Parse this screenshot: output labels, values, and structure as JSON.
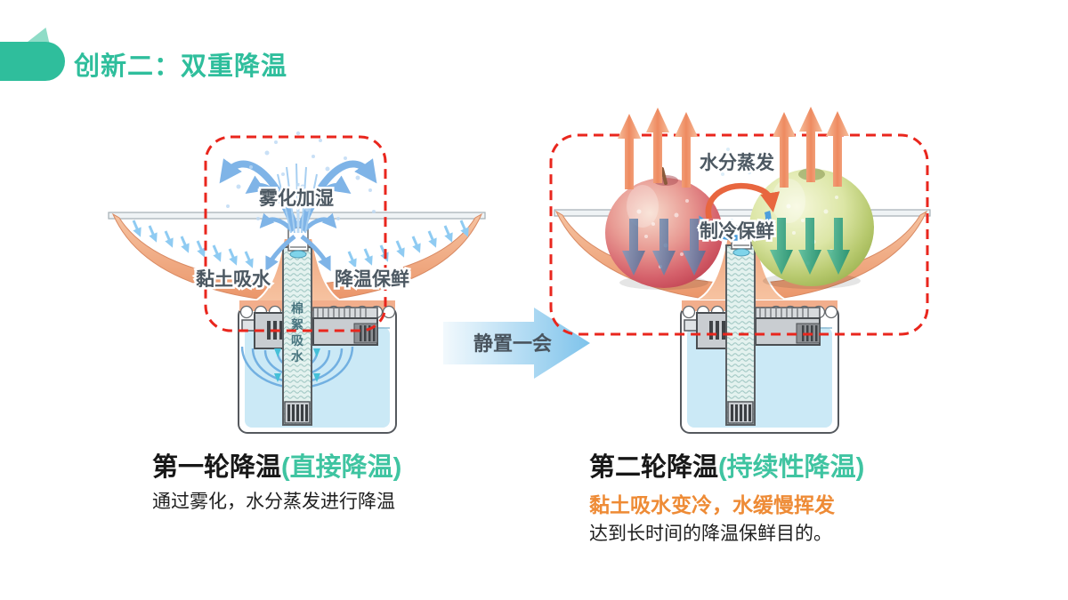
{
  "header": {
    "title": "创新二：双重降温"
  },
  "left_diagram": {
    "label_mist": "雾化加湿",
    "label_clay": "黏土吸水",
    "label_cool": "降温保鲜",
    "wick_chars": [
      "棉",
      "絮",
      "吸",
      "水"
    ]
  },
  "transition_arrow": {
    "label": "静置一会"
  },
  "right_diagram": {
    "label_evaporation": "水分蒸发",
    "label_refrigeration": "制冷保鲜"
  },
  "captions": {
    "left": {
      "title": "第一轮降温",
      "title_note": "(直接降温)",
      "description": "通过雾化，水分蒸发进行降温"
    },
    "right": {
      "title": "第二轮降温",
      "title_note": "(持续性降温)",
      "highlight": "黏土吸水变冷，水缓慢挥发",
      "description": "达到长时间的降温保鲜目的。"
    }
  },
  "colors": {
    "accent_teal": "#2FBE9C",
    "accent_orange": "#EE8B36",
    "dashed_border_red": "#E9261D",
    "bowl_salmon": "#F0A37E",
    "mist_blue": "#7FB4E7",
    "water_blue": "#CBE9F6",
    "transition_arrow_blue": "#7EC3EB",
    "warm_arrow_orange": "#EF9468",
    "cool_arrow_teal": "#2D9E7F",
    "cool_arrow_steel": "#5C7DA6"
  }
}
